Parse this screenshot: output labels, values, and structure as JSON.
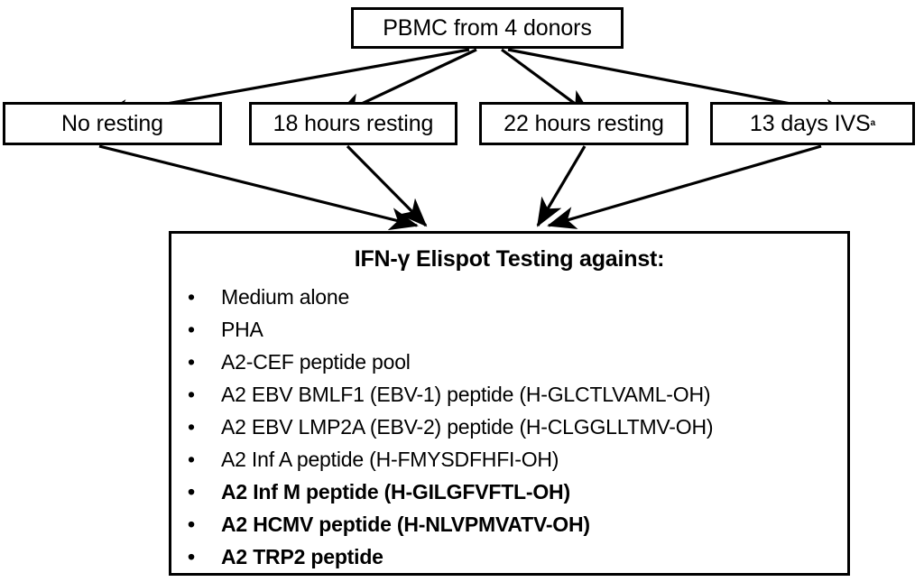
{
  "diagram": {
    "title_box": {
      "label": "PBMC from 4 donors"
    },
    "condition_boxes": [
      {
        "label": "No resting",
        "superscript": ""
      },
      {
        "label": "18 hours resting",
        "superscript": ""
      },
      {
        "label": "22 hours resting",
        "superscript": ""
      },
      {
        "label": "13 days IVS",
        "superscript": "a"
      }
    ],
    "assay_box": {
      "title": "IFN-γ Elispot Testing against:",
      "bullet_glyph": "•",
      "items": [
        {
          "text": "Medium alone",
          "bold": false
        },
        {
          "text": "PHA",
          "bold": false
        },
        {
          "text": "A2-CEF peptide pool",
          "bold": false
        },
        {
          "text": "A2 EBV BMLF1 (EBV-1) peptide (H-GLCTLVAML-OH)",
          "bold": false
        },
        {
          "text": "A2 EBV LMP2A (EBV-2) peptide (H-CLGGLLTMV-OH)",
          "bold": false
        },
        {
          "text": "A2 Inf A peptide (H-FMYSDFHFI-OH)",
          "bold": false
        },
        {
          "text": "A2 Inf M peptide (H-GILGFVFTL-OH)",
          "bold": true
        },
        {
          "text": "A2 HCMV peptide (H-NLVPMVATV-OH)",
          "bold": true
        },
        {
          "text": "A2 TRP2 peptide",
          "bold": true
        }
      ]
    },
    "colors": {
      "line": "#000000",
      "box_fill": "#ffffff",
      "text": "#000000"
    }
  }
}
